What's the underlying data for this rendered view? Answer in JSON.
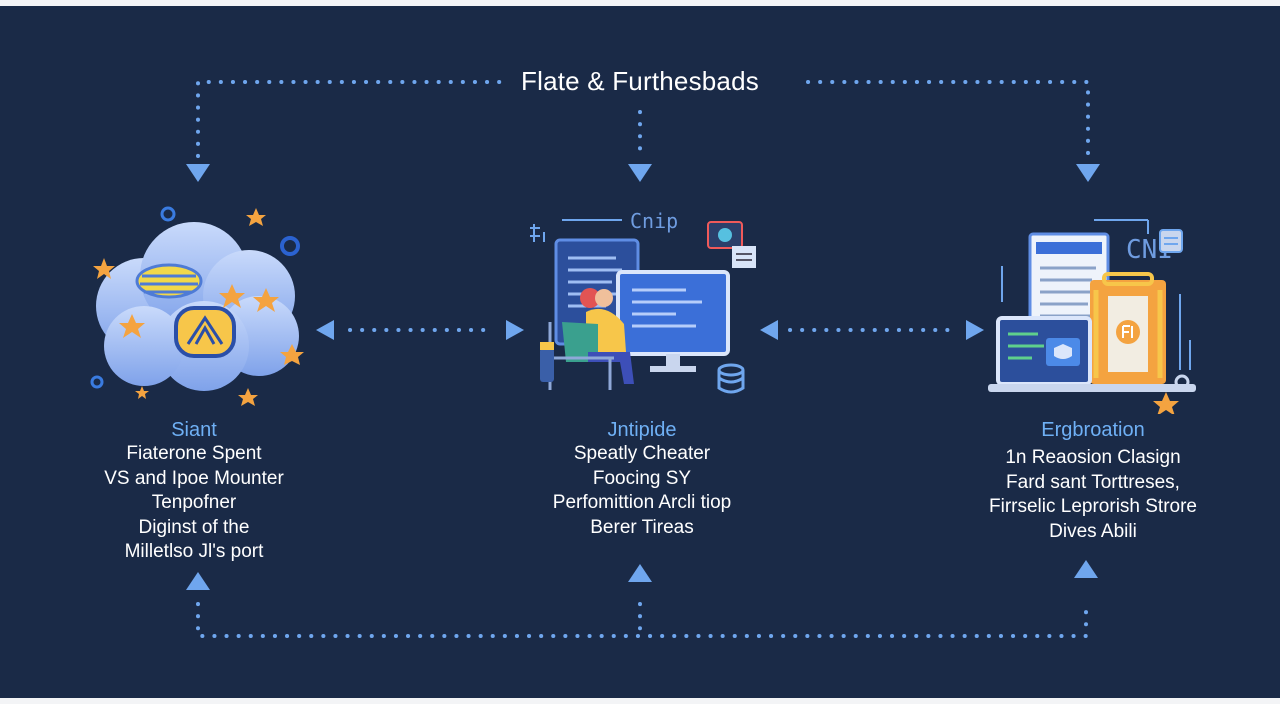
{
  "title": "Flate & Furthesbads",
  "colors": {
    "background": "#1a2a47",
    "connector": "#6fa6ee",
    "label": "#6fb0f5",
    "text": "#ffffff",
    "accent_orange": "#f4a340",
    "accent_yellow": "#f7c64a"
  },
  "nodes": [
    {
      "label": "Siant",
      "icon": "cloud-with-stars-icon",
      "lines": [
        "Fiaterone Spent",
        "VS and Ipoe Mounter",
        "Tenpofner",
        "Diginst of the",
        "Milletlso Jl's port"
      ]
    },
    {
      "label": "Jntipide",
      "icon": "workstation-with-person-icon",
      "illustration_text": "Cnip",
      "lines": [
        "Speatly Cheater",
        "Foocing SY",
        "Perfomittion Arcli tiop",
        "Berer Tireas"
      ]
    },
    {
      "label": "Ergbroation",
      "icon": "documents-laptop-storage-icon",
      "illustration_text": "CNI",
      "lines": [
        "1n Reaosion Clasign",
        "Fard sant Torttreses,",
        "Firrselic Leprorish Strore",
        "Dives Abili"
      ]
    }
  ]
}
